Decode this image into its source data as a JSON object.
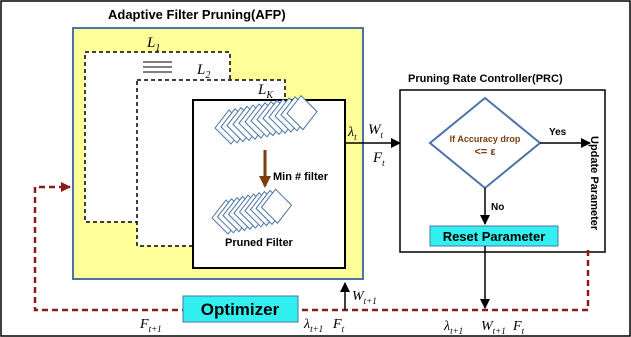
{
  "afp": {
    "title": "Adaptive Filter Pruning(AFP)",
    "layer_1": "L",
    "layer_1_sub": "1",
    "layer_2": "L",
    "layer_2_sub": "2",
    "layer_k": "L",
    "layer_k_sub": "K",
    "min_filter": "Min # filter",
    "pruned_filter": "Pruned Filter"
  },
  "prc": {
    "title": "Pruning Rate Controller(PRC)",
    "decision_line1": "If Accuracy drop",
    "decision_line2": "<= ε",
    "yes": "Yes",
    "no": "No",
    "reset": "Reset Parameter",
    "update": "Update Parameter"
  },
  "optimizer": {
    "label": "Optimizer"
  },
  "signals": {
    "lambda_t": "λ",
    "lambda_t_sub": "t",
    "w_t": "W",
    "w_t_sub": "t",
    "f_t": "F",
    "f_t_sub": "t",
    "w_t1": "W",
    "w_t1_sub": "t+1",
    "f_t1": "F",
    "f_t1_sub": "t+1",
    "lambda_t1": "λ",
    "lambda_t1_sub": "t+1",
    "bottom_f_t": "F",
    "bottom_f_t_sub": "t",
    "out_lambda": "λ",
    "out_lambda_sub": "t+1",
    "out_w": "W",
    "out_w_sub": "t+1",
    "out_f": "F",
    "out_f_sub": "t"
  },
  "colors": {
    "afp_fill": "#ffff99",
    "afp_border": "#4a73a8",
    "optimizer_fill": "#33f0f0",
    "reset_fill": "#33f0f0",
    "dashed_arrow": "#8b1a1a",
    "down_arrow": "#7a3d10",
    "decision_border": "#4a73a8",
    "decision_text": "#7a3d10"
  }
}
